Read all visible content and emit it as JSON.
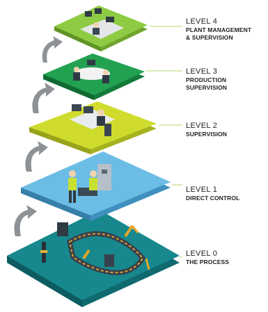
{
  "levels": [
    {
      "level": "LEVEL 4",
      "name_lines": [
        "PLANT MANAGEMENT",
        "& SUPERVISION"
      ],
      "color": "#8cc63f"
    },
    {
      "level": "LEVEL 3",
      "name_lines": [
        "PRODUCTION",
        "SUPERVISION"
      ],
      "color": "#1e9a4a"
    },
    {
      "level": "LEVEL 2",
      "name_lines": [
        "SUPERVISION"
      ],
      "color": "#c9d72a"
    },
    {
      "level": "LEVEL 1",
      "name_lines": [
        "DIRECT CONTROL"
      ],
      "color": "#5fb3e0"
    },
    {
      "level": "LEVEL 0",
      "name_lines": [
        "THE PROCESS"
      ],
      "color": "#147f84"
    }
  ],
  "arrow_icon": "curved-up-arrow-icon",
  "leader_line_color": "#9acb3a"
}
